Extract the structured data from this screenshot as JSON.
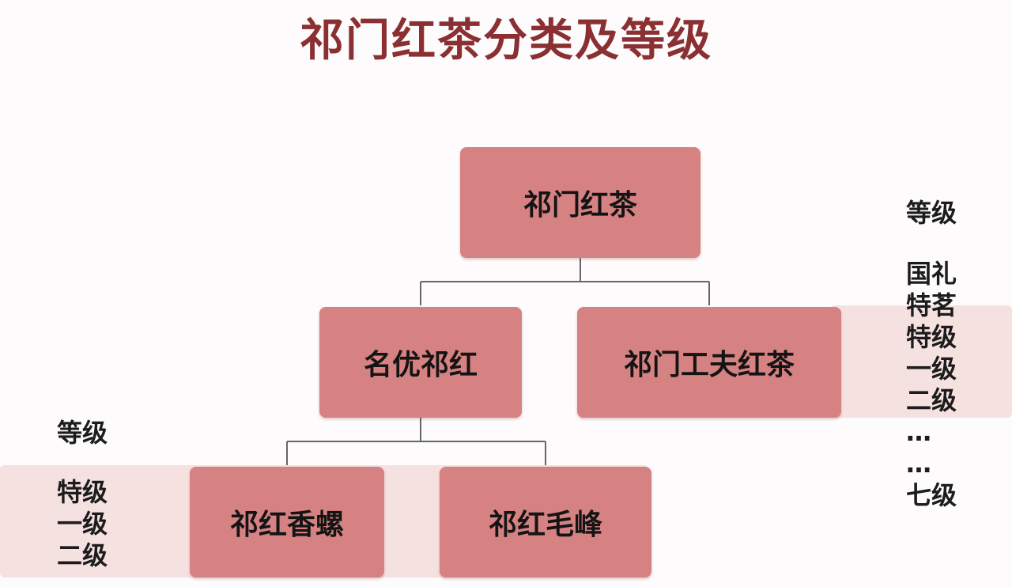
{
  "diagram": {
    "title": "祁门红茶分类及等级",
    "root": {
      "label": "祁门红茶"
    },
    "branches": [
      {
        "label": "名优祁红"
      },
      {
        "label": "祁门工夫红茶"
      }
    ],
    "leaves": [
      {
        "label": "祁红香螺"
      },
      {
        "label": "祁红毛峰"
      }
    ],
    "right_grades": {
      "heading": "等级",
      "items": [
        "国礼",
        "特茗",
        "特级",
        "一级",
        "二级",
        "…",
        "…",
        "七级"
      ]
    },
    "left_grades": {
      "heading": "等级",
      "items": [
        "特级",
        "一级",
        "二级"
      ]
    }
  }
}
